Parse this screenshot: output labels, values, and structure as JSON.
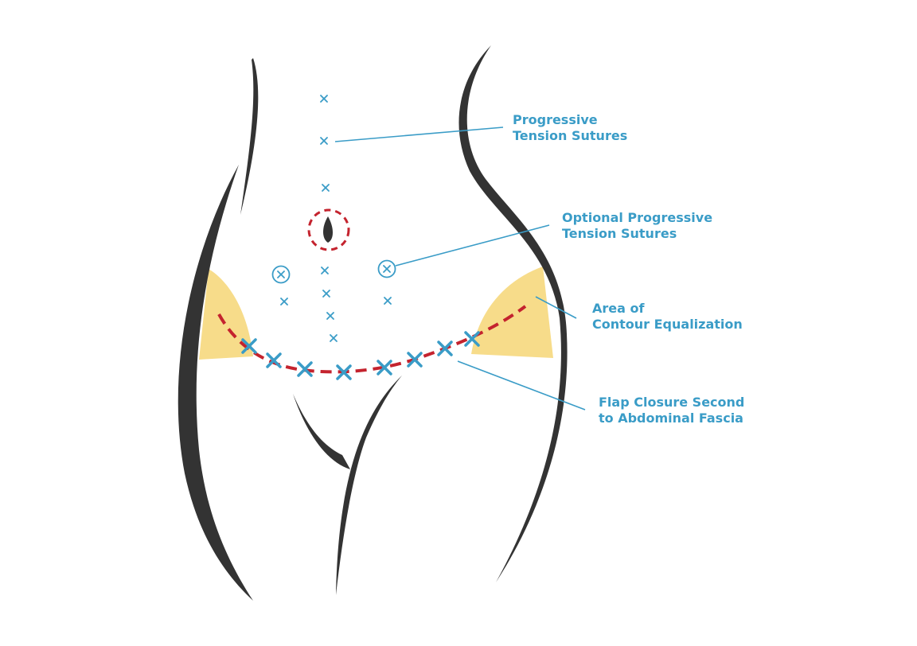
{
  "colors": {
    "body_outline": "#333333",
    "accent_blue": "#3a9cc7",
    "incision_red": "#c4232e",
    "contour_fill": "#f7dc8a"
  },
  "labels": {
    "progressive": {
      "line1": "Progressive",
      "line2": "Tension Sutures"
    },
    "optional": {
      "line1": "Optional Progressive",
      "line2": "Tension Sutures"
    },
    "contour": {
      "line1": "Area of",
      "line2": "Contour Equalization"
    },
    "flap": {
      "line1": "Flap Closure Second",
      "line2": "to Abdominal Fascia"
    }
  },
  "icons": {
    "small_suture": "x-mark-icon",
    "circled_suture": "circled-x-icon",
    "closure_suture": "large-x-mark-icon",
    "navel": "navel-icon"
  }
}
